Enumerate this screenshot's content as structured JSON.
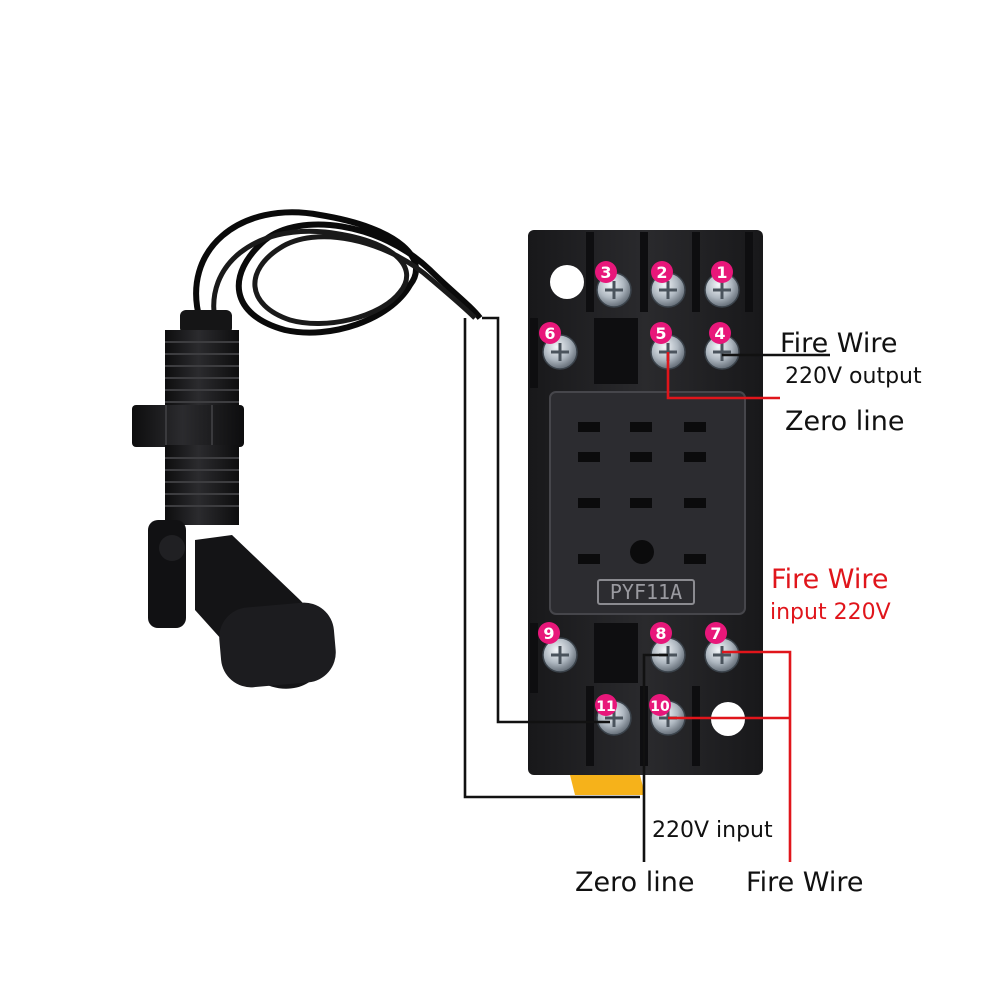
{
  "socket": {
    "model": "PYF11A",
    "terminals": [
      "1",
      "2",
      "3",
      "4",
      "5",
      "6",
      "7",
      "8",
      "9",
      "10",
      "11"
    ]
  },
  "labels": {
    "fire_wire_output": "Fire  Wire",
    "output_220v": "220V output",
    "zero_line_top": "Zero line",
    "fire_wire_input_red": "Fire  Wire",
    "input_220v_red": "input 220V",
    "input_220v": "220V input",
    "zero_line_bottom": "Zero line",
    "fire_wire_bottom": "Fire  Wire"
  },
  "colors": {
    "marker": "#e8177a",
    "red_wire": "#e0151b",
    "black_wire": "#111111",
    "socket_body": "#1e1e20"
  }
}
